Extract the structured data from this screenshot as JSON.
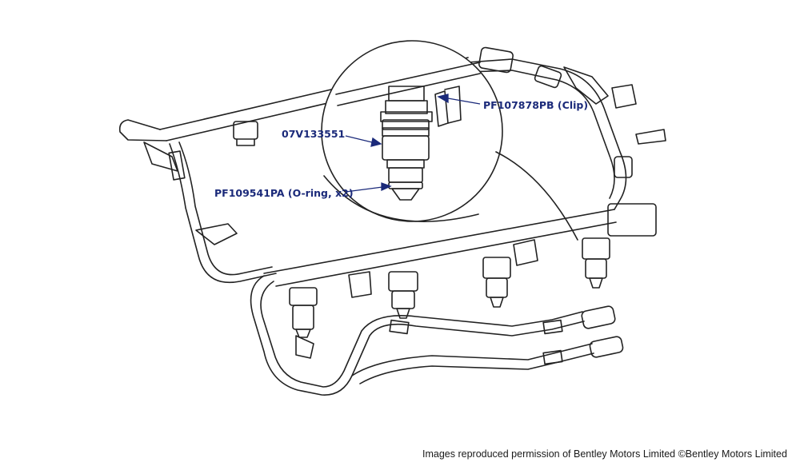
{
  "callouts": {
    "clip": "PF107878PB (Clip)",
    "injector": "07V133551",
    "oring": "PF109541PA (O-ring, x2)"
  },
  "credit": "Images reproduced permission of Bentley Motors Limited ©Bentley Motors Limited",
  "colors": {
    "line_art": "#222222",
    "callout": "#1b2a7a"
  }
}
